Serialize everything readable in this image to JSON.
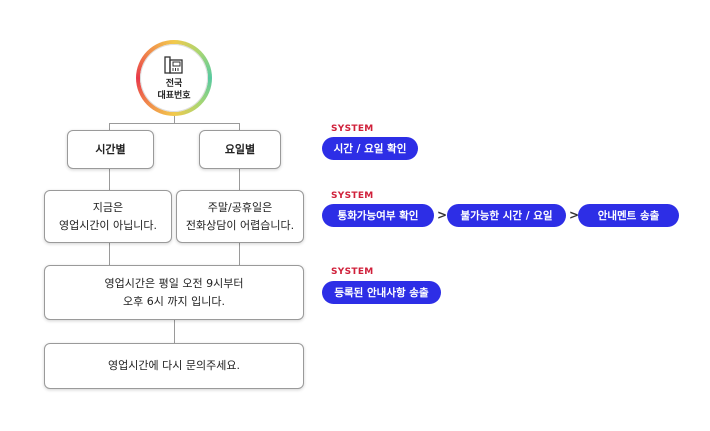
{
  "root": {
    "icon": "phone-icon",
    "label": "전국\n대표번호"
  },
  "branches": [
    {
      "label": "시간별"
    },
    {
      "label": "요일별"
    }
  ],
  "messages": [
    {
      "label": "지금은\n영업시간이 아닙니다."
    },
    {
      "label": "주말/공휴일은\n전화상담이 어렵습니다."
    }
  ],
  "info": {
    "label": "영업시간은 평일 오전 9시부터\n오후 6시 까지 입니다."
  },
  "final": {
    "label": "영업시간에 다시 문의주세요."
  },
  "system_rows": [
    {
      "tag": "SYSTEM",
      "steps": [
        "시간 / 요일 확인"
      ]
    },
    {
      "tag": "SYSTEM",
      "steps": [
        "통화가능여부 확인",
        "불가능한 시간 / 요일",
        "안내멘트 송출"
      ],
      "separator": ">"
    },
    {
      "tag": "SYSTEM",
      "steps": [
        "등록된 안내사항 송출"
      ]
    }
  ],
  "colors": {
    "pill": "#2d2ee6",
    "tag": "#d0203a"
  }
}
